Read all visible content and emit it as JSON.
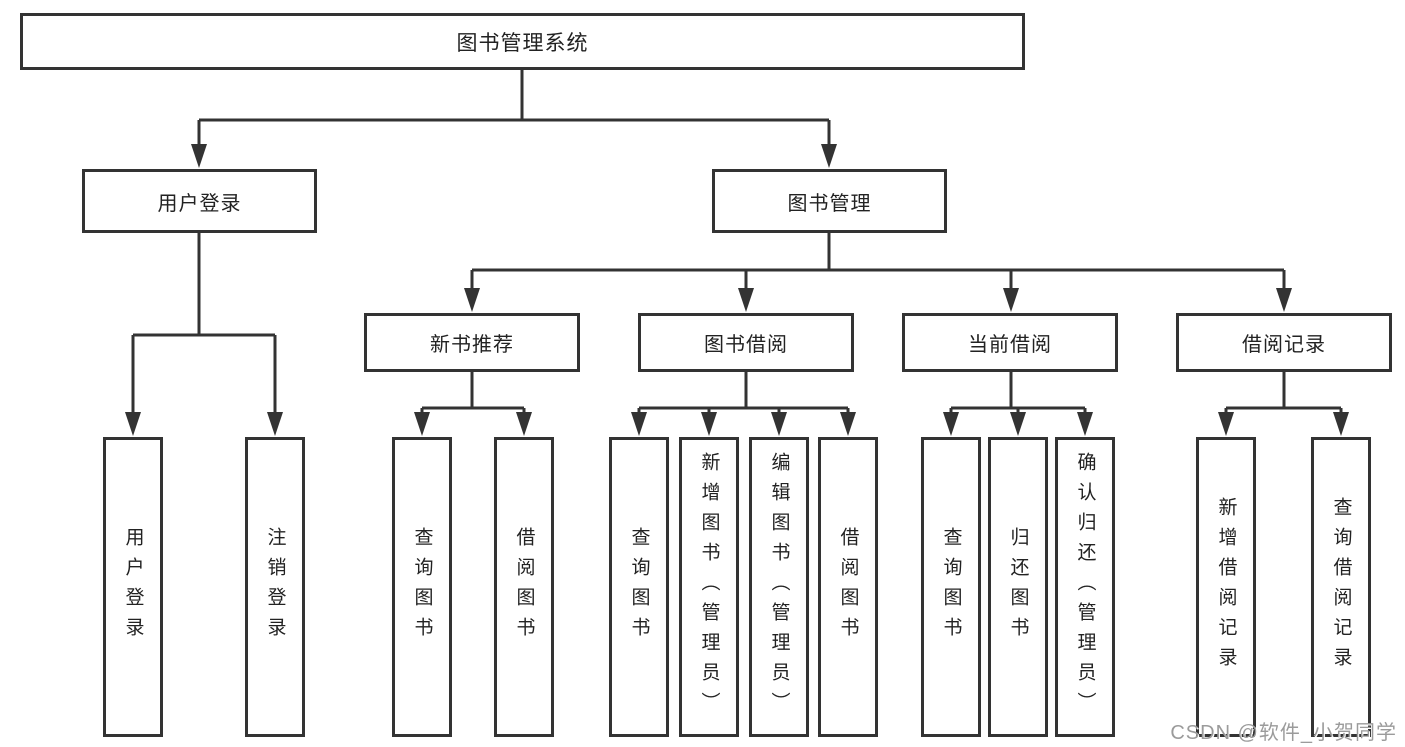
{
  "diagram": {
    "root": "图书管理系统",
    "level2": {
      "user_login": "用户登录",
      "book_management": "图书管理"
    },
    "level3": {
      "new_book_recommend": "新书推荐",
      "book_borrow": "图书借阅",
      "current_borrow": "当前借阅",
      "borrow_record": "借阅记录"
    },
    "leaves": {
      "user_login_login": "用户登录",
      "user_login_logout": "注销登录",
      "recommend_query_book": "查询图书",
      "recommend_borrow_book": "借阅图书",
      "borrow_query_book": "查询图书",
      "borrow_add_book": "新增图书（管理员）",
      "borrow_edit_book": "编辑图书（管理员）",
      "borrow_borrow_book": "借阅图书",
      "current_query_book": "查询图书",
      "current_return_book": "归还图书",
      "current_confirm_return": "确认归还（管理员）",
      "record_add_record": "新增借阅记录",
      "record_query_record": "查询借阅记录"
    }
  },
  "watermark": "CSDN @软件_小贺同学",
  "colors": {
    "line": "#333333",
    "text": "#222222",
    "watermark": "#9b9b9b",
    "background": "#ffffff"
  }
}
